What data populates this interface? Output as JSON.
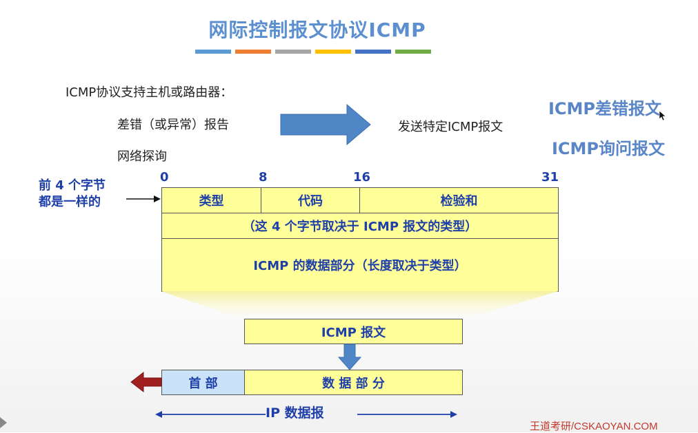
{
  "title": "网际控制报文协议ICMP",
  "colors": {
    "title": "#5b8fd0",
    "bars": [
      "#5b9bd5",
      "#ed7d31",
      "#a5a5a5",
      "#ffc000",
      "#4472c4",
      "#70ad47"
    ],
    "arrow": "#4f86c6",
    "box_fill": "#ffff99",
    "label_blue": "#1f3fa8",
    "header_fill": "#c9e2f7",
    "red_arrow": "#a02020"
  },
  "intro": {
    "heading": "ICMP协议支持主机或路由器：",
    "item_error": "差错（或异常）报告",
    "item_query": "网络探询",
    "result": "发送特定ICMP报文"
  },
  "types": {
    "error_msg": "ICMP差错报文",
    "query_msg": "ICMP询问报文"
  },
  "format": {
    "note": [
      "前 4 个字节",
      "都是一样的"
    ],
    "bits": [
      "0",
      "8",
      "16",
      "31"
    ],
    "field_type": "类型",
    "field_code": "代码",
    "field_checksum": "检验和",
    "row2": "（这 4 个字节取决于 ICMP 报文的类型）",
    "row3": "ICMP 的数据部分（长度取决于类型）"
  },
  "icmp_box": "ICMP 报文",
  "ip_packet": {
    "header": "首 部",
    "data": "数 据 部 分",
    "label": "IP 数据报"
  },
  "watermark": "王道考研/CSKAOYAN.COM"
}
